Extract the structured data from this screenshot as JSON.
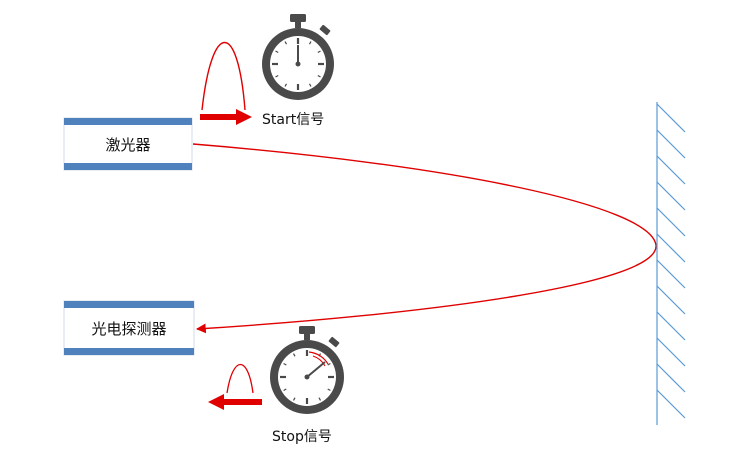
{
  "boxes": {
    "laser": "激光器",
    "detector": "光电探测器"
  },
  "captions": {
    "start": "Start信号",
    "stop": "Stop信号"
  },
  "icons": {
    "start_timer": "stopwatch-icon",
    "stop_timer": "stopwatch-icon",
    "mirror": "mirror-target",
    "start_pulse": "pulse-icon",
    "stop_pulse": "pulse-icon"
  },
  "colors": {
    "beam": "#e00000",
    "box_border": "#4f81bd",
    "mirror": "#5b9bd5",
    "stopwatch": "#4a4a4a"
  }
}
